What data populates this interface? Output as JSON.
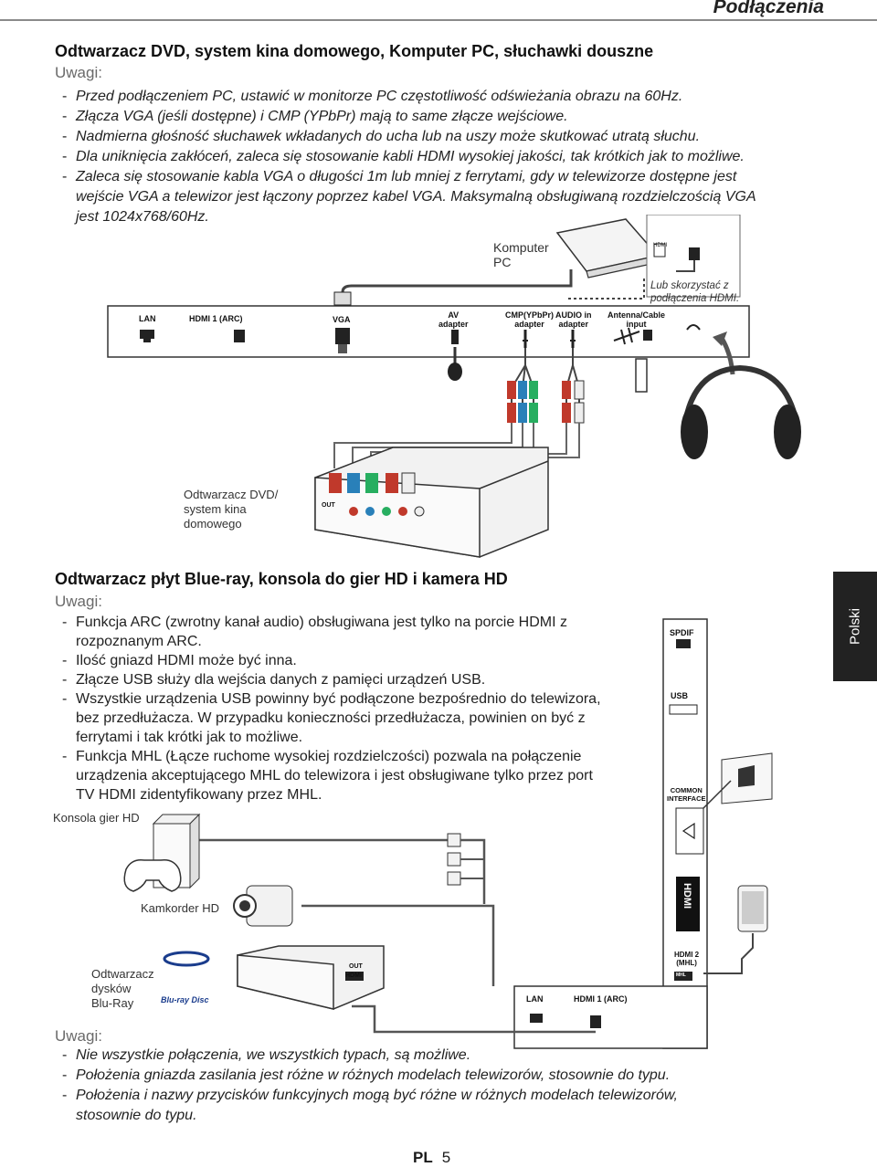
{
  "header": {
    "title": "Podłączenia"
  },
  "section1": {
    "title": "Odtwarzacz DVD, system kina domowego, Komputer PC, słuchawki douszne",
    "notes_label": "Uwagi:",
    "notes": [
      "Przed podłączeniem PC, ustawić w monitorze PC częstotliwość odświeżania obrazu na 60Hz.",
      "Złącza VGA (jeśli dostępne) i CMP (YPbPr) mają to same złącze wejściowe.",
      "Nadmierna głośność słuchawek wkładanych do ucha lub na uszy może skutkować utratą słuchu.",
      "Dla uniknięcia zakłóceń, zaleca się stosowanie kabli HDMI wysokiej jakości, tak krótkich jak to możliwe.",
      "Zaleca się stosowanie kabla VGA o długości 1m lub mniej z ferrytami, gdy w telewizorze dostępne jest",
      "wejście VGA a telewizor jest łączony poprzez kabel VGA. Maksymalną obsługiwaną rozdzielczością VGA",
      "jest 1024x768/60Hz."
    ]
  },
  "diagram1": {
    "pc_label": "Komputer\nPC",
    "hdmi_alt_label": "Lub skorzystać z\npodłączenia HDMI.",
    "dvd_label": "Odtwarzacz DVD/\nsystem kina\ndomowego",
    "out_label": "OUT",
    "hdmi_small": "HDMI",
    "ports": {
      "lan": "LAN",
      "hdmi1": "HDMI 1 (ARC)",
      "vga": "VGA",
      "av": "AV\nadapter",
      "cmp": "CMP(YPbPr)\nadapter",
      "audio": "AUDIO in\nadapter",
      "antenna": "Antenna/Cable\ninput"
    }
  },
  "section2": {
    "title": "Odtwarzacz płyt Blue-ray, konsola do gier HD i kamera HD",
    "notes_label": "Uwagi:",
    "notes": [
      "Funkcja ARC (zwrotny kanał audio) obsługiwana jest tylko na porcie HDMI z",
      "rozpoznanym ARC.",
      "Ilość gniazd HDMI może być inna.",
      "Złącze USB służy dla wejścia danych z pamięci urządzeń USB.",
      "Wszystkie urządzenia USB powinny być podłączone bezpośrednio do telewizora,",
      "bez przedłużacza. W przypadku konieczności przedłużacza, powinien on być z",
      "ferrytami i tak krótki jak to możliwe.",
      "Funkcja MHL (Łącze ruchome wysokiej rozdzielczości) pozwala na połączenie",
      "urządzenia akceptującego MHL do telewizora i jest obsługiwane tylko przez port",
      "TV HDMI zidentyfikowany przez MHL."
    ]
  },
  "diagram2": {
    "console_label": "Konsola gier HD",
    "camcorder_label": "Kamkorder HD",
    "bluray_label": "Odtwarzacz\ndysków\nBlu-Ray",
    "bluray_logo": "Blu-ray Disc",
    "out_label": "OUT",
    "hdmi_small": "HDMI",
    "hdmi_logo": "HDMI",
    "ports": {
      "spdif": "SPDIF",
      "usb": "USB",
      "ci": "COMMON\nINTERFACE",
      "hdmi2": "HDMI 2\n(MHL)",
      "mhl": "MHL",
      "lan": "LAN",
      "hdmi1": "HDMI 1 (ARC)"
    }
  },
  "section3": {
    "notes_label": "Uwagi:",
    "notes": [
      "Nie wszystkie połączenia, we wszystkich typach, są możliwe.",
      "Położenia gniazda zasilania jest różne w różnych modelach telewizorów, stosownie do typu.",
      "Położenia i nazwy przycisków funkcyjnych mogą być różne w różnych modelach telewizorów,",
      "stosownie do typu."
    ]
  },
  "side_tab": "Polski",
  "footer": {
    "lang": "PL",
    "page": "5"
  }
}
